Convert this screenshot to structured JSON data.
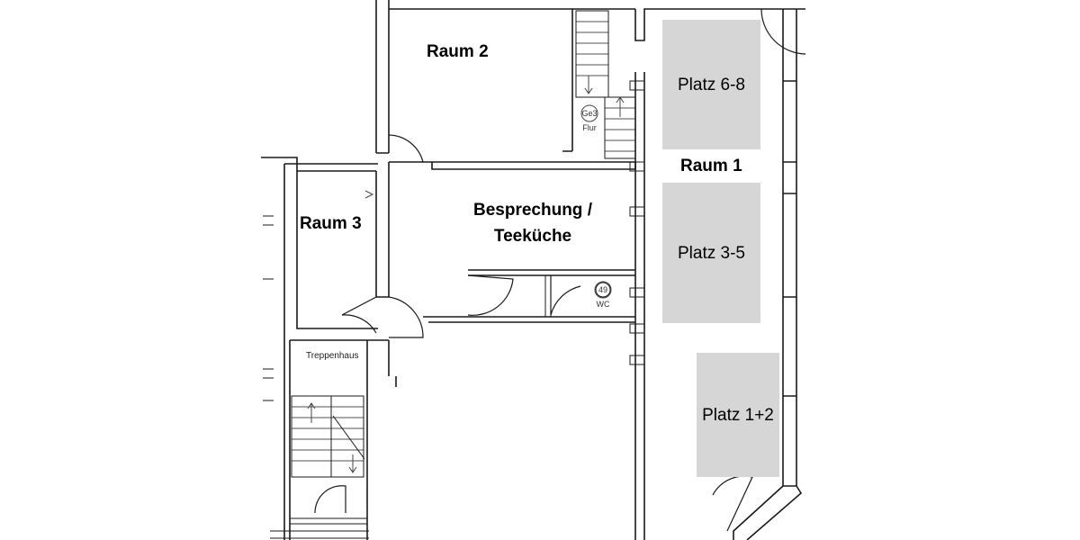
{
  "rooms": {
    "raum1": "Raum 1",
    "raum2": "Raum 2",
    "raum3": "Raum 3",
    "besprechung_line1": "Besprechung /",
    "besprechung_line2": "Teeküche"
  },
  "workplaces": [
    {
      "label": "Platz 6-8"
    },
    {
      "label": "Platz 3-5"
    },
    {
      "label": "Platz 1+2"
    }
  ],
  "annotations": {
    "stairwell": "Treppenhaus",
    "flur_number": "Ge3",
    "flur_label": "Flur",
    "wc_number": "49",
    "wc_label": "WC"
  },
  "colors": {
    "wall": "#1a1a1a",
    "workplace_fill": "#d6d6d6",
    "background": "#ffffff"
  }
}
